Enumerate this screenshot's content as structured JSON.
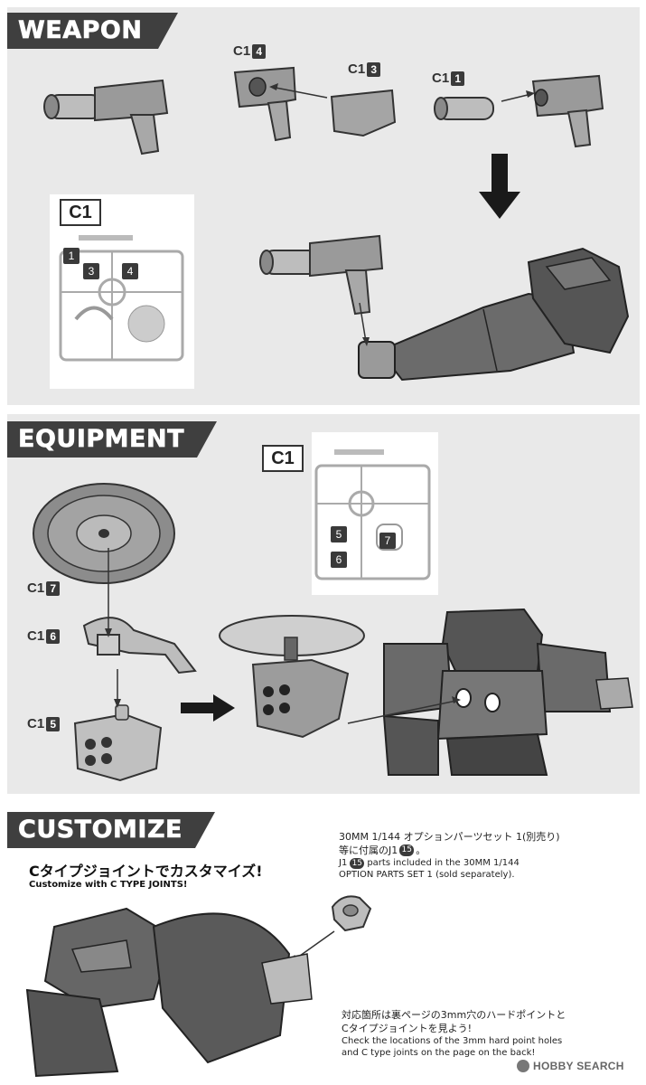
{
  "sections": {
    "weapon": "WEAPON",
    "equipment": "EQUIPMENT",
    "customize": "CUSTOMIZE"
  },
  "runner": "C1",
  "parts": {
    "c1_4": {
      "runner": "C1",
      "num": "4"
    },
    "c1_3": {
      "runner": "C1",
      "num": "3"
    },
    "c1_1": {
      "runner": "C1",
      "num": "1"
    },
    "c1_7": {
      "runner": "C1",
      "num": "7"
    },
    "c1_6": {
      "runner": "C1",
      "num": "6"
    },
    "c1_5": {
      "runner": "C1",
      "num": "5"
    }
  },
  "runner_nums_weapon": [
    "1",
    "3",
    "4"
  ],
  "runner_nums_equipment": [
    "5",
    "6",
    "7"
  ],
  "customize": {
    "headline_jp": "Cタイプジョイントでカスタマイズ!",
    "headline_en": "Customize with C TYPE JOINTS!",
    "option_jp_1": "30MM 1/144 オプションパーツセット 1(別売り)",
    "option_jp_2": "等に付属のJ1",
    "option_jp_2_num": "15",
    "option_jp_2_end": "。",
    "option_en_1_a": "J1",
    "option_en_1_num": "15",
    "option_en_1_b": "parts included in the 30MM 1/144",
    "option_en_2": "OPTION PARTS SET 1 (sold separately).",
    "note_jp_1": "対応箇所は裏ページの3mm穴のハードポイントと",
    "note_jp_2": "Cタイプジョイントを見よう!",
    "note_en_1": "Check the locations of the 3mm hard point holes",
    "note_en_2": "and C type joints on the page on the back!"
  },
  "watermark": "HOBBY SEARCH"
}
